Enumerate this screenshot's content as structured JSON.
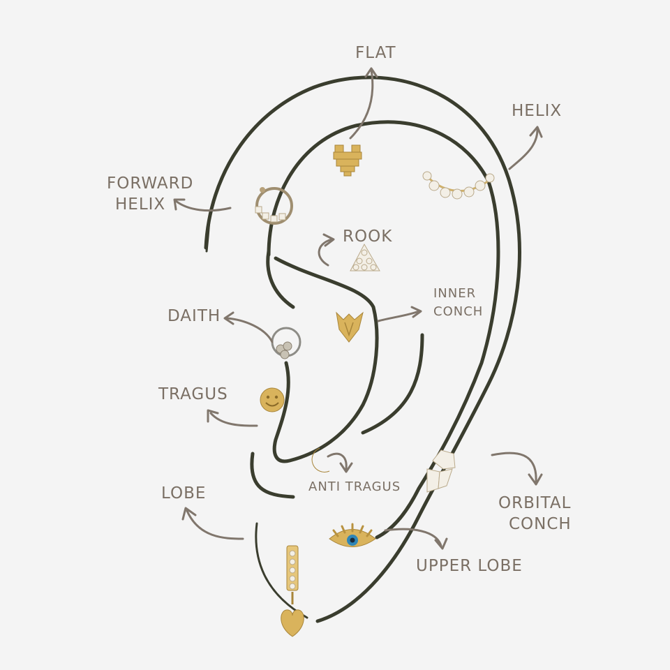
{
  "labels": {
    "flat": "FLAT",
    "helix": "HELIX",
    "forward_helix_1": "FORWARD",
    "forward_helix_2": "HELIX",
    "rook": "ROOK",
    "inner_conch_1": "INNER",
    "inner_conch_2": "CONCH",
    "daith": "DAITH",
    "tragus": "TRAGUS",
    "anti_tragus": "ANTI TRAGUS",
    "lobe": "LOBE",
    "orbital_conch_1": "ORBITAL",
    "orbital_conch_2": "CONCH",
    "upper_lobe": "UPPER LOBE"
  },
  "colors": {
    "background": "#f4f4f4",
    "ear_outline": "#3a3d2e",
    "label_text": "#7a6f64",
    "gold": "#d9b35c"
  }
}
